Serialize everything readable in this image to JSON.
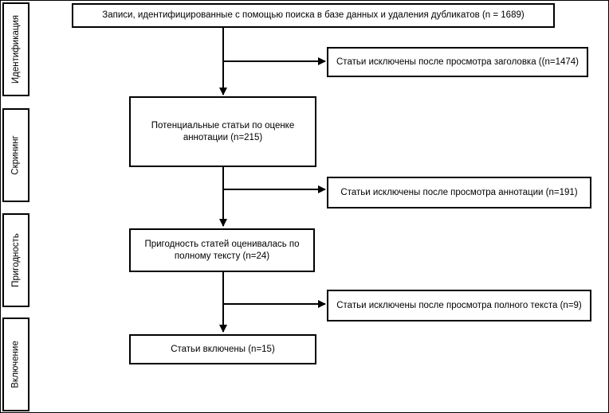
{
  "stages": {
    "identification": "Идентификация",
    "screening": "Скрининг",
    "eligibility": "Пригодность",
    "inclusion": "Включение"
  },
  "boxes": {
    "records_identified": "Записи, идентифицированные с помощью поиска в базе данных и удаления дубликатов (n = 1689)",
    "excluded_title": "Статьи исключены после просмотра заголовка ((n=1474)",
    "abstract_screening": "Потенциальные статьи по оценке аннотации (n=215)",
    "excluded_abstract": "Статьи исключены после просмотра аннотации (n=191)",
    "full_text_eligibility": "Пригодность статей оценивалась по полному тексту (n=24)",
    "excluded_full_text": "Статьи исключены после просмотра полного текста (n=9)",
    "included": "Статьи включены (n=15)"
  }
}
